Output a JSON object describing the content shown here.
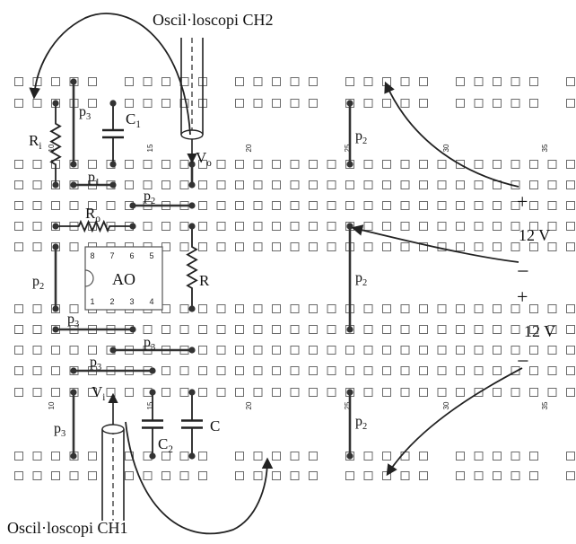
{
  "figure": {
    "probe_top": "Oscil·loscopi CH2",
    "probe_bottom": "Oscil·loscopi CH1",
    "labels": {
      "Ri_main": "R",
      "Ri_sub": "i",
      "Ro_main": "R",
      "Ro_sub": "o",
      "C1_main": "C",
      "C1_sub": "1",
      "C2_main": "C",
      "C2_sub": "2",
      "Vo_main": "V",
      "Vo_sub": "o",
      "Vi_main": "V",
      "Vi_sub": "i",
      "R": "R",
      "C": "C",
      "AO": "AO",
      "p1": "p",
      "p1_sub": "1",
      "p2": "p",
      "p2_sub": "2",
      "p3": "p",
      "p3_sub": "3",
      "v12_top": "12 V",
      "v12_bottom": "12 V",
      "plus": "+",
      "minus": "−"
    },
    "ic_pins_top": [
      "8",
      "7",
      "6",
      "5"
    ],
    "ic_pins_bottom": [
      "1",
      "2",
      "3",
      "4"
    ],
    "column_numbers_top": [
      "10",
      "15",
      "20",
      "25",
      "30",
      "35"
    ],
    "column_numbers_bottom": [
      "10",
      "15",
      "20",
      "25",
      "30",
      "35"
    ]
  }
}
